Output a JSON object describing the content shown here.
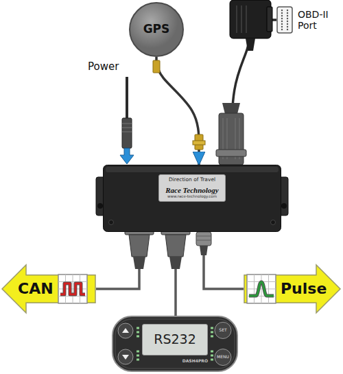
{
  "diagram": {
    "nodes": [
      {
        "text": [
          "GPS"
        ]
      },
      {
        "text": [
          "OBD-II Port"
        ]
      },
      {
        "text": [
          "Direction of Travel",
          "Race Technology",
          "www.race-technology.com"
        ]
      },
      {
        "text": [
          "CAN"
        ]
      },
      {
        "text": [
          "Pulse"
        ]
      },
      {
        "text": [
          "RS232",
          "SET",
          "MENU",
          "DASH4PRO"
        ]
      }
    ],
    "edges": [
      {
        "from": 0,
        "to": 2,
        "arrow": "to"
      },
      {
        "from": 1,
        "to": 2,
        "arrow": "none"
      },
      {
        "from": 2,
        "to": 3,
        "arrow": "none"
      },
      {
        "from": 2,
        "to": 4,
        "arrow": "none"
      },
      {
        "from": 2,
        "to": 5,
        "arrow": "none"
      }
    ],
    "labels": [
      "Power"
    ]
  }
}
